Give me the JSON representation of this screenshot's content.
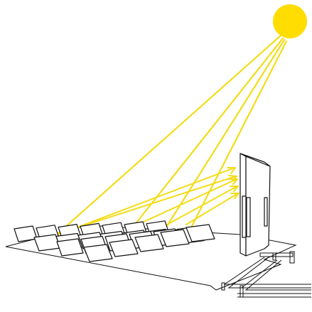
{
  "diagram": {
    "components": [
      {
        "id": "sun",
        "kind": "sun-icon"
      },
      {
        "id": "heliostat-field",
        "kind": "mirror-array"
      },
      {
        "id": "tower",
        "kind": "receiver-tower"
      },
      {
        "id": "pipes",
        "kind": "pipeline"
      }
    ],
    "heliostat_rows": [
      7,
      7,
      6,
      5
    ],
    "reflected_ray_count": 5,
    "incident_ray_count": 4
  },
  "colors": {
    "sun": "#ffdd00",
    "ray": "#f3dc17",
    "outline": "#111111",
    "background": "#ffffff"
  }
}
